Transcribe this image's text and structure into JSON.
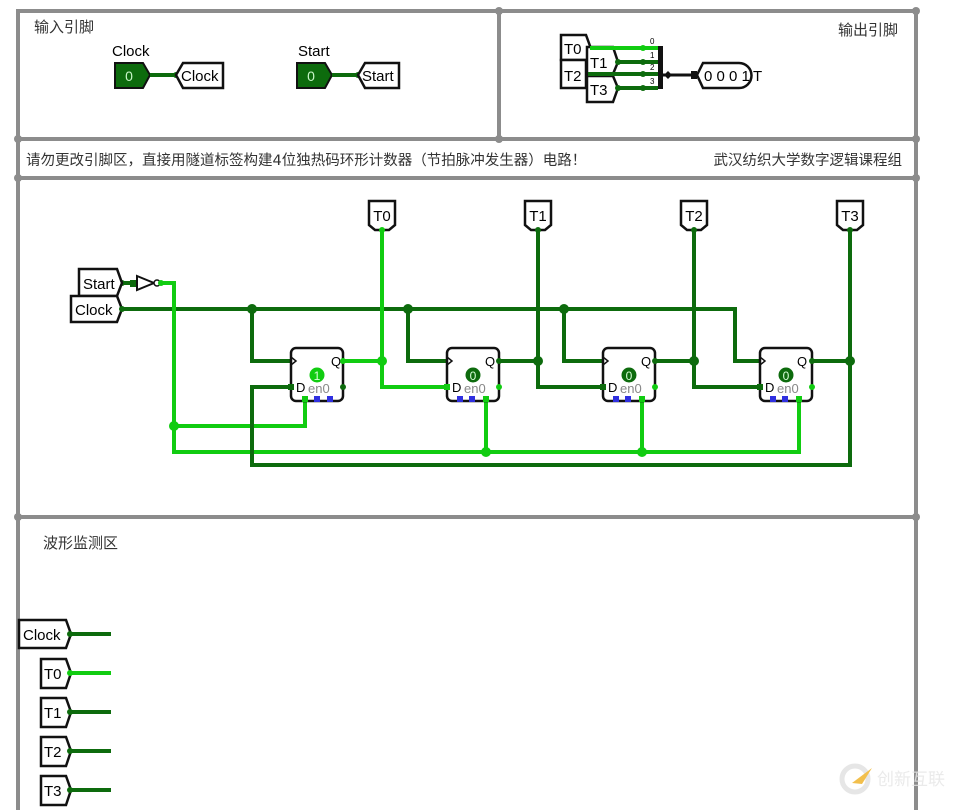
{
  "sections": {
    "input_pins_title": "输入引脚",
    "output_pins_title": "输出引脚",
    "instruction": "请勿更改引脚区，直接用隧道标签构建4位独热码环形计数器（节拍脉冲发生器）电路！",
    "author": "武汉纺织大学数字逻辑课程组",
    "waveform_title": "波形监测区"
  },
  "input_pins": [
    {
      "name": "Clock",
      "value": "0",
      "tunnel": "Clock"
    },
    {
      "name": "Start",
      "value": "0",
      "tunnel": "Start"
    }
  ],
  "output": {
    "tunnels": [
      "T0",
      "T1",
      "T2",
      "T3"
    ],
    "bit_indices": [
      "0",
      "1",
      "2",
      "3"
    ],
    "display_value": "0 0 0 1",
    "label": "T"
  },
  "circuit": {
    "input_tunnels": [
      "Start",
      "Clock"
    ],
    "output_tunnels": [
      "T0",
      "T1",
      "T2",
      "T3"
    ],
    "flipflops": [
      {
        "state": "1",
        "d_label": "D",
        "q_label": "Q",
        "en_label": "en0"
      },
      {
        "state": "0",
        "d_label": "D",
        "q_label": "Q",
        "en_label": "en0"
      },
      {
        "state": "0",
        "d_label": "D",
        "q_label": "Q",
        "en_label": "en0"
      },
      {
        "state": "0",
        "d_label": "D",
        "q_label": "Q",
        "en_label": "en0"
      }
    ]
  },
  "waveform": {
    "probes": [
      {
        "label": "Clock",
        "level": 0
      },
      {
        "label": "T0",
        "level": 1
      },
      {
        "label": "T1",
        "level": 0
      },
      {
        "label": "T2",
        "level": 0
      },
      {
        "label": "T3",
        "level": 0
      }
    ]
  },
  "colors": {
    "wire_high": "#11cc11",
    "wire_low": "#0d6b0d",
    "frame": "#8c8c8c",
    "pin_fill": "#0d6b0d",
    "unconnected_port": "#3030e0"
  },
  "watermark": {
    "text": "创新互联"
  }
}
